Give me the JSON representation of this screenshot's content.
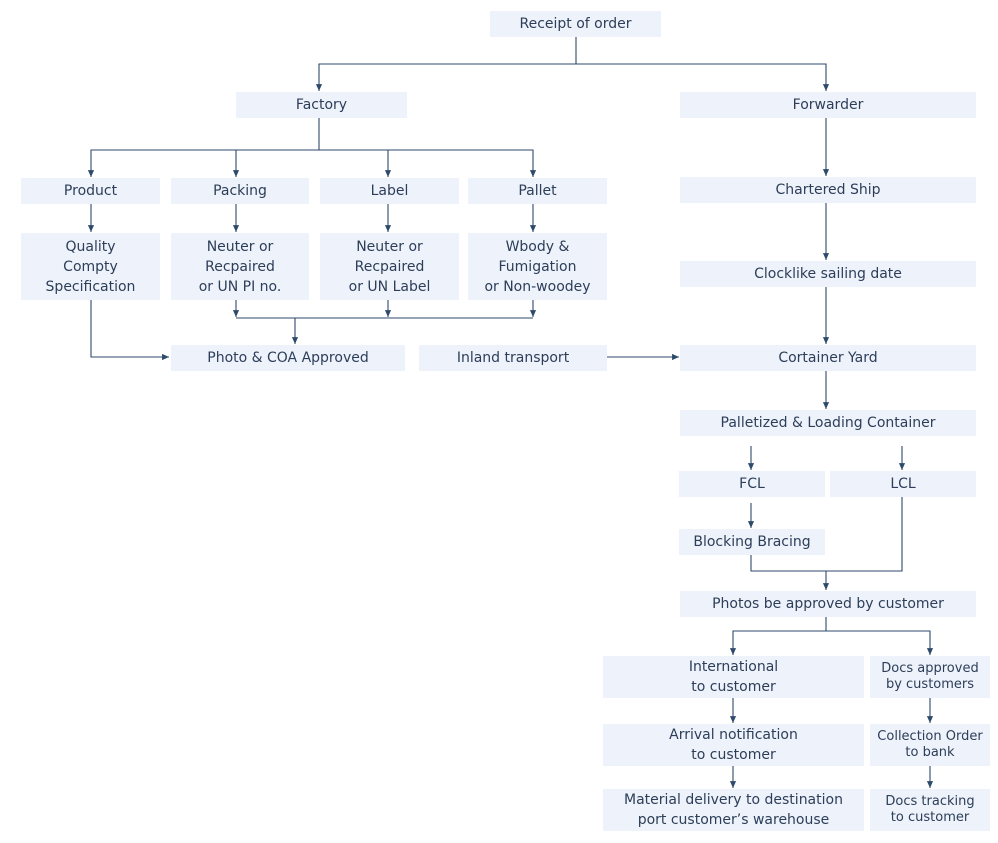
{
  "diagram": {
    "nodes": [
      {
        "id": "receipt",
        "label": "Receipt of order"
      },
      {
        "id": "factory",
        "label": "Factory"
      },
      {
        "id": "forwarder",
        "label": "Forwarder"
      },
      {
        "id": "product",
        "label": "Product"
      },
      {
        "id": "packing",
        "label": "Packing"
      },
      {
        "id": "label",
        "label": "Label"
      },
      {
        "id": "pallet",
        "label": "Pallet"
      },
      {
        "id": "quality",
        "label": "Quality\nCompty\nSpecification"
      },
      {
        "id": "neuter-pi",
        "label": "Neuter or\nRecpaired\nor UN PI no."
      },
      {
        "id": "neuter-label",
        "label": "Neuter or\nRecpaired\nor UN Label"
      },
      {
        "id": "wbody",
        "label": "Wbody &\nFumigation\nor Non-woodey"
      },
      {
        "id": "photo-coa",
        "label": "Photo & COA Approved"
      },
      {
        "id": "inland",
        "label": "Inland transport"
      },
      {
        "id": "chartered",
        "label": "Chartered Ship"
      },
      {
        "id": "clocklike",
        "label": "Clocklike sailing date"
      },
      {
        "id": "container-yard",
        "label": "Cortainer Yard"
      },
      {
        "id": "palletized",
        "label": "Palletized & Loading Container"
      },
      {
        "id": "fcl",
        "label": "FCL"
      },
      {
        "id": "lcl",
        "label": "LCL"
      },
      {
        "id": "blocking",
        "label": "Blocking Bracing"
      },
      {
        "id": "photos-approved",
        "label": "Photos be approved by customer"
      },
      {
        "id": "international",
        "label": "International\nto customer"
      },
      {
        "id": "docs-approved",
        "label": "Docs approved\nby customers"
      },
      {
        "id": "arrival",
        "label": "Arrival notification\nto customer"
      },
      {
        "id": "collection",
        "label": "Collection Order\nto bank"
      },
      {
        "id": "material",
        "label": "Material delivery to destination\nport customer’s warehouse"
      },
      {
        "id": "docs-tracking",
        "label": "Docs tracking\nto customer"
      }
    ],
    "colors": {
      "node_fill": "#eef2fb",
      "text": "#2c3e58",
      "line": "#2e4a6b"
    }
  }
}
